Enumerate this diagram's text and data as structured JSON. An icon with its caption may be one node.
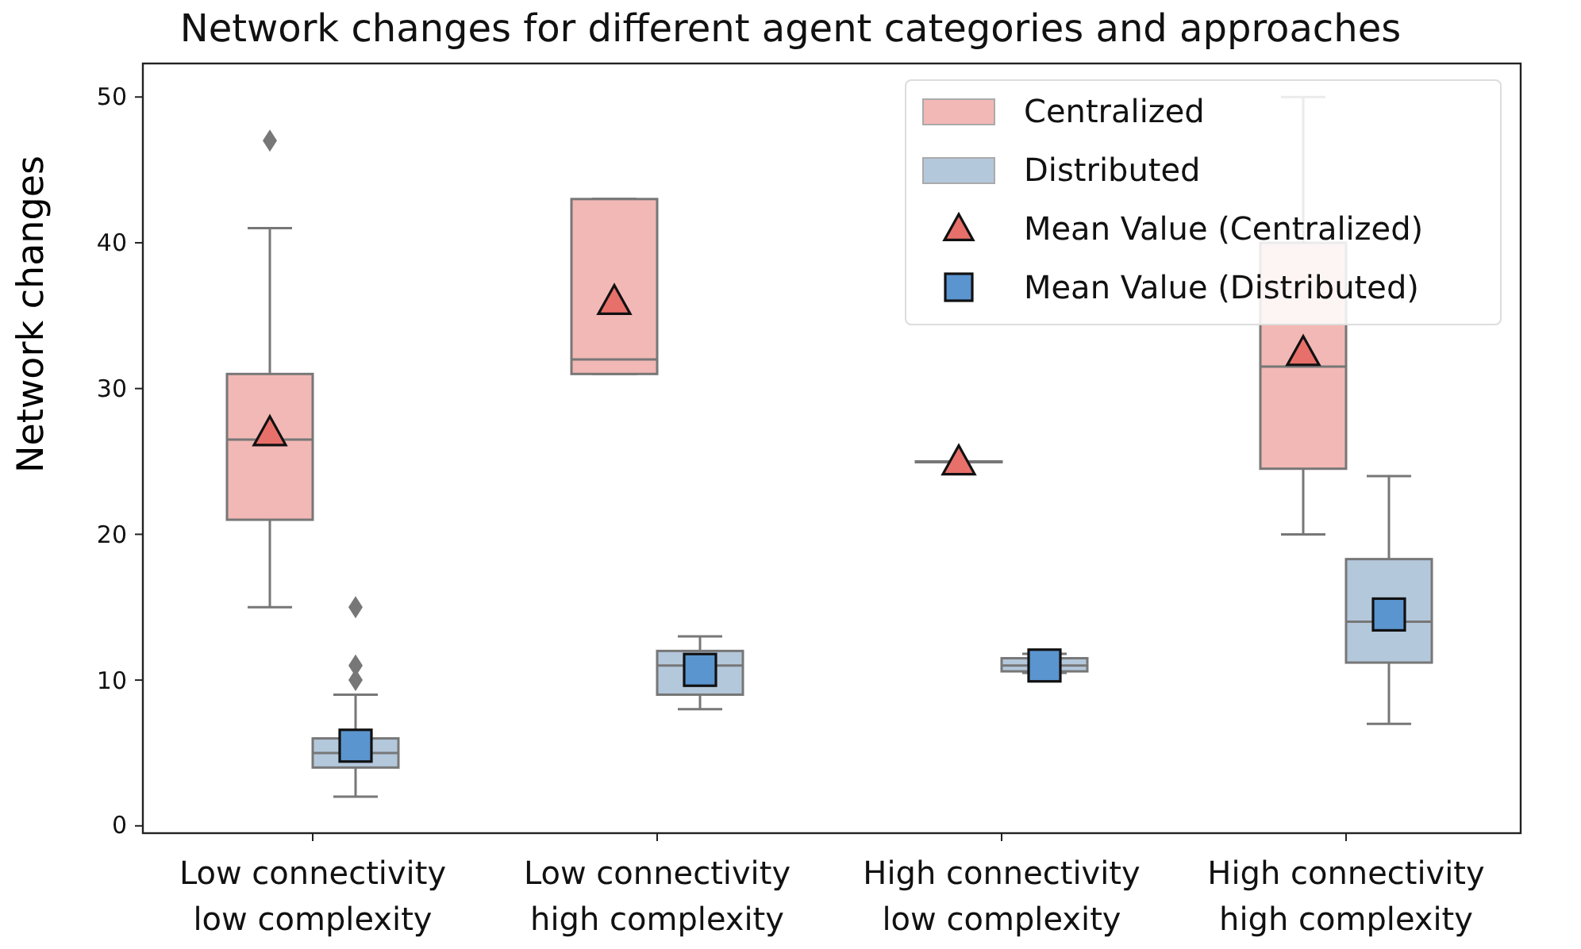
{
  "diagram": {
    "legend": [
      {
        "text": "Centralized",
        "color": "#f2b8b5"
      },
      {
        "text": "Distributed",
        "color": "#b4c8dc"
      }
    ],
    "chart_data": {
      "type": "scatter",
      "title": "Network changes for different agent categories and approaches",
      "ylabel": "Network changes",
      "categories": [
        "Low connectivity low complexity",
        "Low connectivity high complexity",
        "High connectivity low complexity",
        "High connectivity high complexity"
      ],
      "series": [
        {
          "name": "Mean Value (Centralized)",
          "color": "#e8706a",
          "values": [
            27,
            36,
            25,
            32.5
          ]
        },
        {
          "name": "Mean Value (Distributed)",
          "color": "#5b95cf",
          "values": [
            5.5,
            10.7,
            11,
            14.5
          ]
        }
      ],
      "ylim": [
        -0.5,
        52.3
      ],
      "yticks": [
        0,
        10,
        20,
        30,
        40,
        50
      ],
      "legend": "upper right"
    }
  }
}
